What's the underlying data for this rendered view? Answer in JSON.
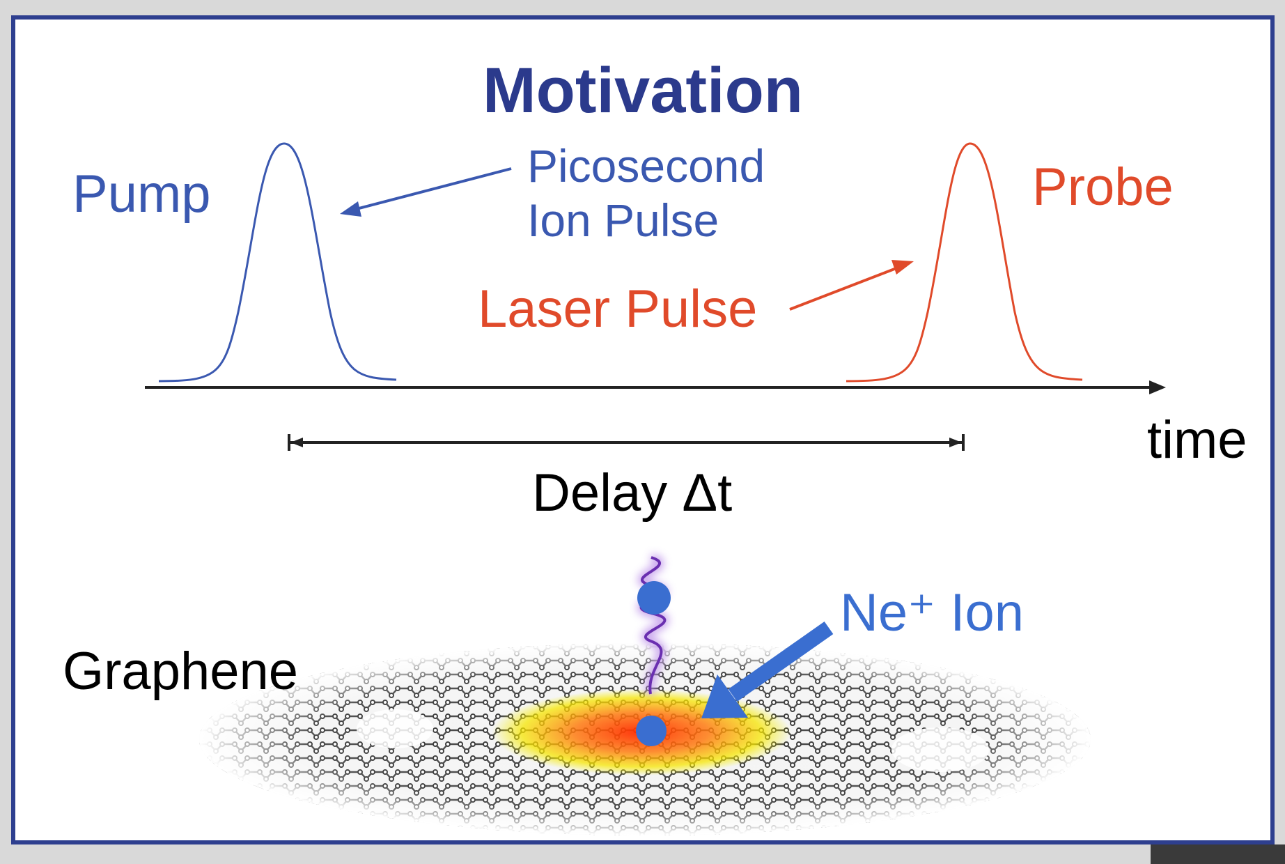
{
  "title": "Motivation",
  "pump_label": "Pump",
  "probe_label": "Probe",
  "ion_pulse_label": [
    "Picosecond",
    "Ion Pulse"
  ],
  "laser_pulse_label": "Laser Pulse",
  "axis_label": "time",
  "delay_label": "Delay Δt",
  "graphene_label": "Graphene",
  "ion_label": "Ne⁺ Ion",
  "colors": {
    "pump_blue": "#3a58b0",
    "probe_red": "#e04a2a",
    "title_navy": "#2b3a8c",
    "ion_blue": "#3a6ed0",
    "frame": "#2e3f8f",
    "wave_purple": "#7a3fb8"
  }
}
